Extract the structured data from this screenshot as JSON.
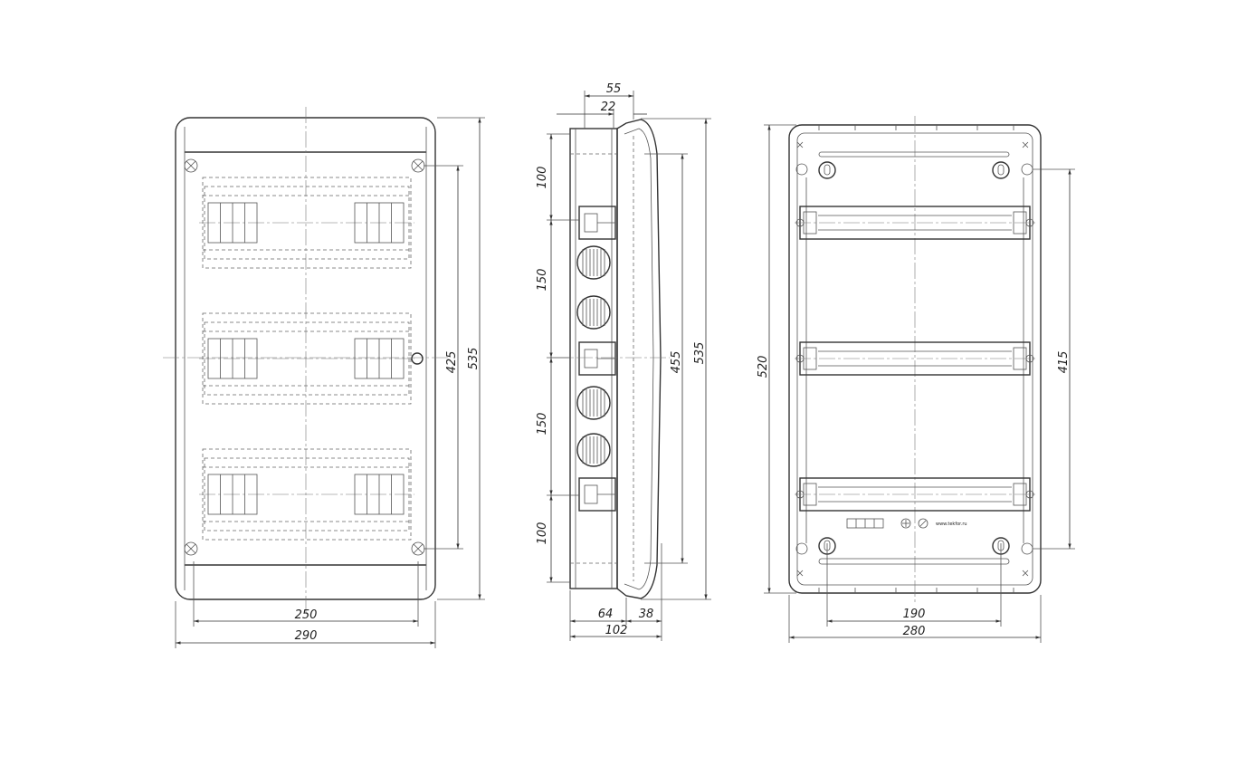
{
  "front_view": {
    "dimensions": {
      "inner_width": "250",
      "outer_width": "290",
      "inner_height": "425",
      "outer_height": "535"
    }
  },
  "side_view": {
    "dimensions": {
      "depth_top": "55",
      "depth_offset": "22",
      "segment_top": "100",
      "segment_upper": "150",
      "segment_lower": "150",
      "segment_bottom": "100",
      "inner_height": "455",
      "outer_height": "535",
      "base_depth": "64",
      "cover_depth": "38",
      "total_depth": "102"
    }
  },
  "back_view": {
    "dimensions": {
      "rail_spacing_width": "190",
      "total_width": "280",
      "height": "520",
      "mount_height": "415"
    },
    "website": "www.tekfor.ru"
  }
}
